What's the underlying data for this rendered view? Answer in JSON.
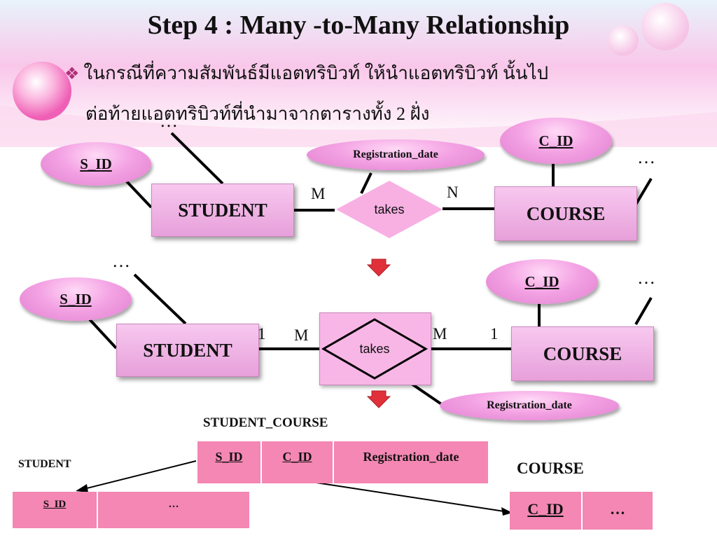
{
  "slide": {
    "title": "Step 4 : Many -to-Many Relationship",
    "bullet_line1": "ในกรณีที่ความสัมพันธ์มีแอตทริบิวท์ ให้นำแอตทริบิวท์ นั้นไป",
    "bullet_line2": "ต่อท้ายแอตทริบิวท์ที่นำมาจากตารางทั้ง 2 ฝั่ง"
  },
  "diagram1": {
    "student_entity": "STUDENT",
    "course_entity": "COURSE",
    "relationship": "takes",
    "attr_sid": "S_ID",
    "attr_cid": "C_ID",
    "attr_regdate": "Registration_date",
    "card_left": "M",
    "card_right": "N",
    "ellipsis_left": "…",
    "ellipsis_right": "…"
  },
  "diagram2": {
    "student_entity": "STUDENT",
    "course_entity": "COURSE",
    "relationship": "takes",
    "attr_sid": "S_ID",
    "attr_cid": "C_ID",
    "attr_regdate": "Registration_date",
    "card_left_1": "1",
    "card_left_m": "M",
    "card_right_m": "M",
    "card_right_1": "1",
    "ellipsis_left": "…",
    "ellipsis_right": "…"
  },
  "tables": {
    "student_course_label": "STUDENT_COURSE",
    "student_course_cols": [
      "S_ID",
      "C_ID",
      "Registration_date"
    ],
    "student_label": "STUDENT",
    "student_cols": [
      "S_ID",
      "…"
    ],
    "course_label": "COURSE",
    "course_cols": [
      "C_ID",
      "…"
    ]
  },
  "colors": {
    "accent_pink": "#f487b3",
    "entity_pink": "#e7a0da",
    "arrow_red": "#e0303a"
  }
}
